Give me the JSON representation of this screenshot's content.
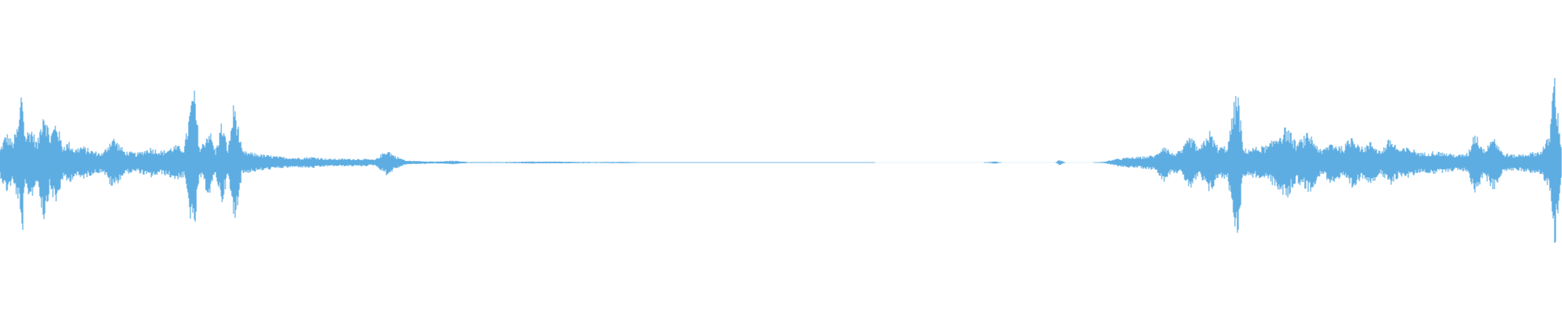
{
  "waveform": {
    "color": "#5dade2",
    "background": "#ffffff",
    "amplitude_profile": [
      [
        0.0,
        0.14
      ],
      [
        0.004,
        0.32
      ],
      [
        0.008,
        0.22
      ],
      [
        0.012,
        0.42
      ],
      [
        0.014,
        0.86
      ],
      [
        0.016,
        0.3
      ],
      [
        0.02,
        0.38
      ],
      [
        0.024,
        0.2
      ],
      [
        0.028,
        0.62
      ],
      [
        0.032,
        0.28
      ],
      [
        0.036,
        0.46
      ],
      [
        0.04,
        0.18
      ],
      [
        0.044,
        0.22
      ],
      [
        0.048,
        0.14
      ],
      [
        0.052,
        0.18
      ],
      [
        0.06,
        0.12
      ],
      [
        0.066,
        0.1
      ],
      [
        0.072,
        0.28
      ],
      [
        0.08,
        0.12
      ],
      [
        0.088,
        0.1
      ],
      [
        0.096,
        0.16
      ],
      [
        0.104,
        0.12
      ],
      [
        0.112,
        0.18
      ],
      [
        0.118,
        0.16
      ],
      [
        0.124,
        0.82
      ],
      [
        0.128,
        0.14
      ],
      [
        0.134,
        0.36
      ],
      [
        0.138,
        0.12
      ],
      [
        0.142,
        0.44
      ],
      [
        0.146,
        0.14
      ],
      [
        0.15,
        0.66
      ],
      [
        0.155,
        0.12
      ],
      [
        0.162,
        0.1
      ],
      [
        0.17,
        0.08
      ],
      [
        0.18,
        0.06
      ],
      [
        0.19,
        0.05
      ],
      [
        0.2,
        0.06
      ],
      [
        0.21,
        0.04
      ],
      [
        0.22,
        0.04
      ],
      [
        0.232,
        0.04
      ],
      [
        0.24,
        0.03
      ],
      [
        0.248,
        0.14
      ],
      [
        0.252,
        0.08
      ],
      [
        0.26,
        0.02
      ],
      [
        0.27,
        0.015
      ],
      [
        0.28,
        0.01
      ],
      [
        0.29,
        0.02
      ],
      [
        0.3,
        0.005
      ],
      [
        0.32,
        0.005
      ],
      [
        0.34,
        0.01
      ],
      [
        0.355,
        0.01
      ],
      [
        0.38,
        0.005
      ],
      [
        0.4,
        0.008
      ],
      [
        0.42,
        0.0
      ],
      [
        0.517,
        0.004
      ],
      [
        0.56,
        0.0
      ],
      [
        0.63,
        0.0
      ],
      [
        0.637,
        0.012
      ],
      [
        0.641,
        0.0
      ],
      [
        0.676,
        0.0
      ],
      [
        0.678,
        0.03
      ],
      [
        0.682,
        0.0
      ],
      [
        0.7,
        0.0
      ],
      [
        0.708,
        0.01
      ],
      [
        0.712,
        0.03
      ],
      [
        0.72,
        0.05
      ],
      [
        0.73,
        0.06
      ],
      [
        0.74,
        0.08
      ],
      [
        0.745,
        0.2
      ],
      [
        0.75,
        0.1
      ],
      [
        0.756,
        0.12
      ],
      [
        0.762,
        0.28
      ],
      [
        0.768,
        0.14
      ],
      [
        0.774,
        0.34
      ],
      [
        0.78,
        0.16
      ],
      [
        0.786,
        0.18
      ],
      [
        0.792,
        0.82
      ],
      [
        0.796,
        0.14
      ],
      [
        0.804,
        0.16
      ],
      [
        0.812,
        0.18
      ],
      [
        0.818,
        0.3
      ],
      [
        0.824,
        0.38
      ],
      [
        0.83,
        0.2
      ],
      [
        0.838,
        0.32
      ],
      [
        0.846,
        0.12
      ],
      [
        0.852,
        0.22
      ],
      [
        0.86,
        0.16
      ],
      [
        0.866,
        0.3
      ],
      [
        0.872,
        0.16
      ],
      [
        0.878,
        0.22
      ],
      [
        0.884,
        0.12
      ],
      [
        0.89,
        0.26
      ],
      [
        0.896,
        0.14
      ],
      [
        0.902,
        0.16
      ],
      [
        0.91,
        0.1
      ],
      [
        0.918,
        0.12
      ],
      [
        0.926,
        0.1
      ],
      [
        0.934,
        0.08
      ],
      [
        0.94,
        0.1
      ],
      [
        0.944,
        0.34
      ],
      [
        0.95,
        0.14
      ],
      [
        0.956,
        0.3
      ],
      [
        0.962,
        0.1
      ],
      [
        0.97,
        0.08
      ],
      [
        0.978,
        0.1
      ],
      [
        0.986,
        0.12
      ],
      [
        0.992,
        0.28
      ],
      [
        0.995,
        1.0
      ],
      [
        0.998,
        0.4
      ],
      [
        1.0,
        0.2
      ]
    ]
  }
}
